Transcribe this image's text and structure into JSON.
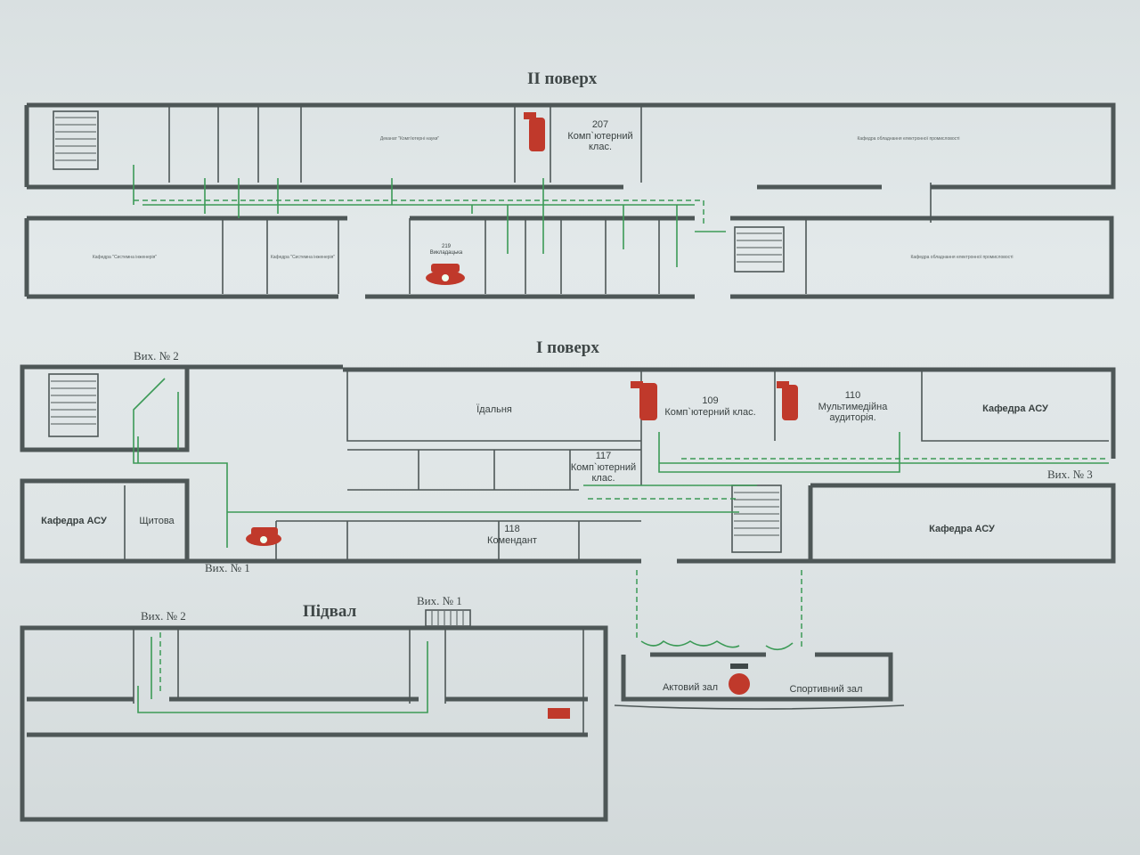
{
  "floors": {
    "second": {
      "title": "II поверх",
      "rooms": [
        {
          "id": "207",
          "text": "207\nКомп`ютерний\nклас."
        },
        {
          "id": "219",
          "text": "219\nВикладацька"
        },
        {
          "id": "dek",
          "text": "Деканат \"Комп'ютерні науки\""
        },
        {
          "id": "kaf-r1",
          "text": "Кафедра обладнання електронної промисловості"
        },
        {
          "id": "kaf-r2",
          "text": "Кафедра обладнання електронної промисловості"
        },
        {
          "id": "kaf-l1",
          "text": "Кафедра \"Системна інженерія\""
        },
        {
          "id": "kaf-l2",
          "text": "Кафедра \"Системна інженерія\""
        }
      ]
    },
    "first": {
      "title": "I поверх",
      "rooms": [
        {
          "id": "canteen",
          "text": "Їдальня"
        },
        {
          "id": "109",
          "text": "109\nКомп`ютерний клас."
        },
        {
          "id": "110",
          "text": "110\nМультимедійна\nаудиторія."
        },
        {
          "id": "asu-1",
          "text": "Кафедра АСУ"
        },
        {
          "id": "asu-2",
          "text": "Кафедра АСУ"
        },
        {
          "id": "asu-3",
          "text": "Кафедра АСУ"
        },
        {
          "id": "117",
          "text": "117\nКомп`ютерний\nклас."
        },
        {
          "id": "118",
          "text": "118\nКомендант"
        },
        {
          "id": "shchyt",
          "text": "Щитова"
        }
      ],
      "exits": [
        "Вих. № 2",
        "Вих. № 1",
        "Вих. № 3"
      ]
    },
    "basement": {
      "title": "Підвал",
      "exits": [
        "Вих. № 2",
        "Вих. № 1"
      ]
    },
    "annex": {
      "rooms": [
        {
          "id": "aktovyi",
          "text": "Актовий зал"
        },
        {
          "id": "sport",
          "text": "Спортивний зал"
        }
      ]
    }
  },
  "colors": {
    "route": "#3c9a57",
    "fire_extinguisher": "#c0392b",
    "walls": "#4e5757",
    "paper": "#e3e9ea"
  },
  "icons": [
    "fire-extinguisher-icon",
    "phone-icon",
    "staircase-icon",
    "door-icon"
  ]
}
